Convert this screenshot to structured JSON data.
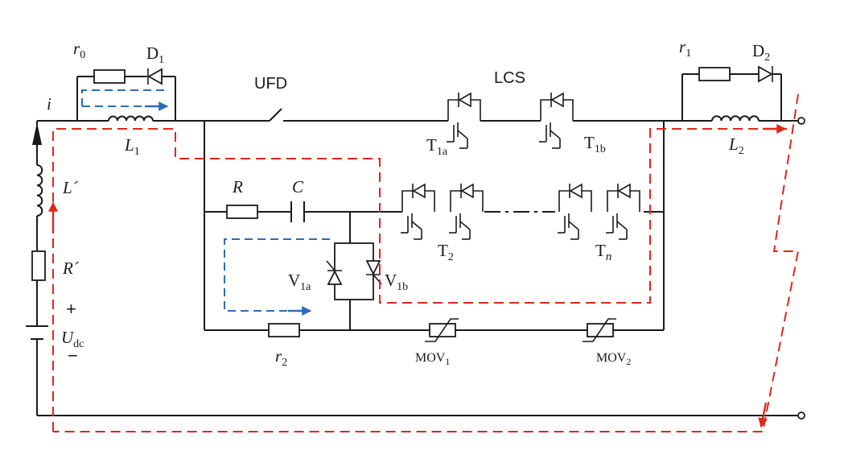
{
  "colors": {
    "wire": "#1a1a1a",
    "fault_current_path": "#e0261b",
    "branch_current_path": "#2a6db5",
    "background": "#ffffff"
  },
  "labels": {
    "r0": {
      "main": "r",
      "sub": "0"
    },
    "d1": {
      "main": "D",
      "sub": "1"
    },
    "current": "i",
    "l1": {
      "main": "L",
      "sub": "1"
    },
    "ufd": "UFD",
    "lcs": "LCS",
    "t1a": {
      "main": "T",
      "sub": "1a"
    },
    "t1b": {
      "main": "T",
      "sub": "1b"
    },
    "r1": {
      "main": "r",
      "sub": "1"
    },
    "d2": {
      "main": "D",
      "sub": "2"
    },
    "l2": {
      "main": "L",
      "sub": "2"
    },
    "l_prime": "L´",
    "r_prime": "R´",
    "r_main": "R",
    "c_main": "C",
    "t2": {
      "main": "T",
      "sub": "2"
    },
    "tn": {
      "main": "T",
      "sub": "n"
    },
    "v1a": {
      "main": "V",
      "sub": "1a"
    },
    "v1b": {
      "main": "V",
      "sub": "1b"
    },
    "plus": "+",
    "minus": "−",
    "udc": {
      "main": "U",
      "sub": "dc"
    },
    "r2": {
      "main": "r",
      "sub": "2"
    },
    "mov1": {
      "main": "MOV",
      "sub": "1"
    },
    "mov2": {
      "main": "MOV",
      "sub": "2"
    }
  }
}
